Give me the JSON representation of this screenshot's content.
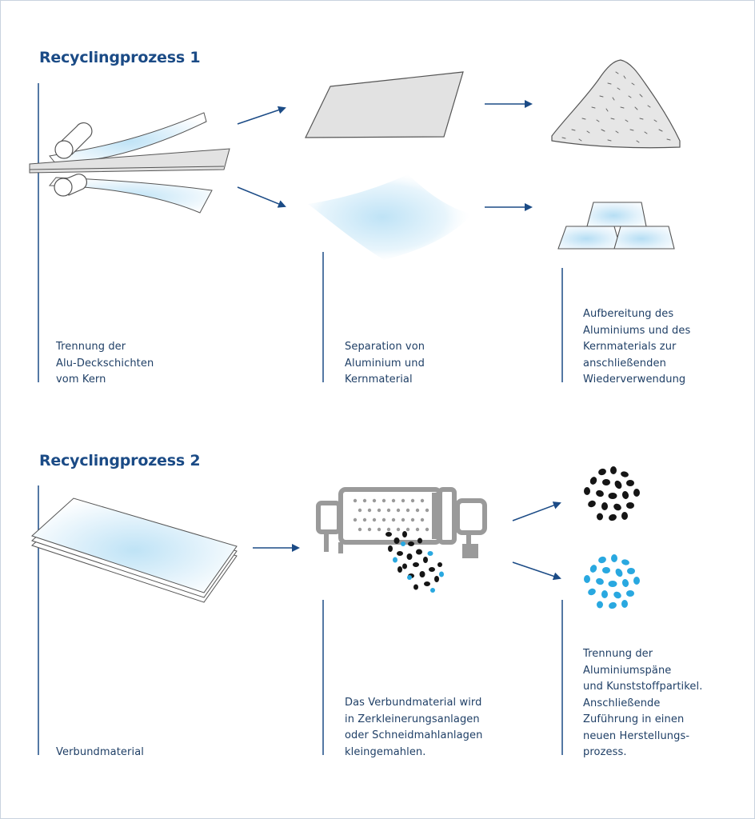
{
  "process1": {
    "title": "Recyclingprozess 1",
    "steps": [
      {
        "lines": [
          "Trennung der",
          "Alu-Deckschichten",
          "vom Kern"
        ]
      },
      {
        "lines": [
          "Separation von",
          "Aluminium und",
          "Kernmaterial"
        ]
      },
      {
        "lines": [
          "Aufbereitung des",
          "Aluminiums und des",
          "Kernmaterials zur",
          "anschließenden",
          "Wiederverwendung"
        ]
      }
    ]
  },
  "process2": {
    "title": "Recyclingprozess 2",
    "steps": [
      {
        "lines": [
          "Verbundmaterial"
        ]
      },
      {
        "lines": [
          "Das Verbundmaterial wird",
          "in Zerkleinerungsanlagen",
          "oder Schneidmahlanlagen",
          "kleingemahlen."
        ]
      },
      {
        "lines": [
          "Trennung der",
          "Aluminiumspäne",
          "und Kunststoffpartikel.",
          "Anschließende",
          "Zuführung in einen",
          "neuen Herstellungs-",
          "prozess."
        ]
      }
    ]
  },
  "colors": {
    "heading": "#1b4b86",
    "text": "#1f3f66",
    "arrow": "#1b4b86",
    "aluminium_particles": "#29a8e0",
    "plastic_particles": "#151515",
    "machine": "#9a9a9a"
  }
}
